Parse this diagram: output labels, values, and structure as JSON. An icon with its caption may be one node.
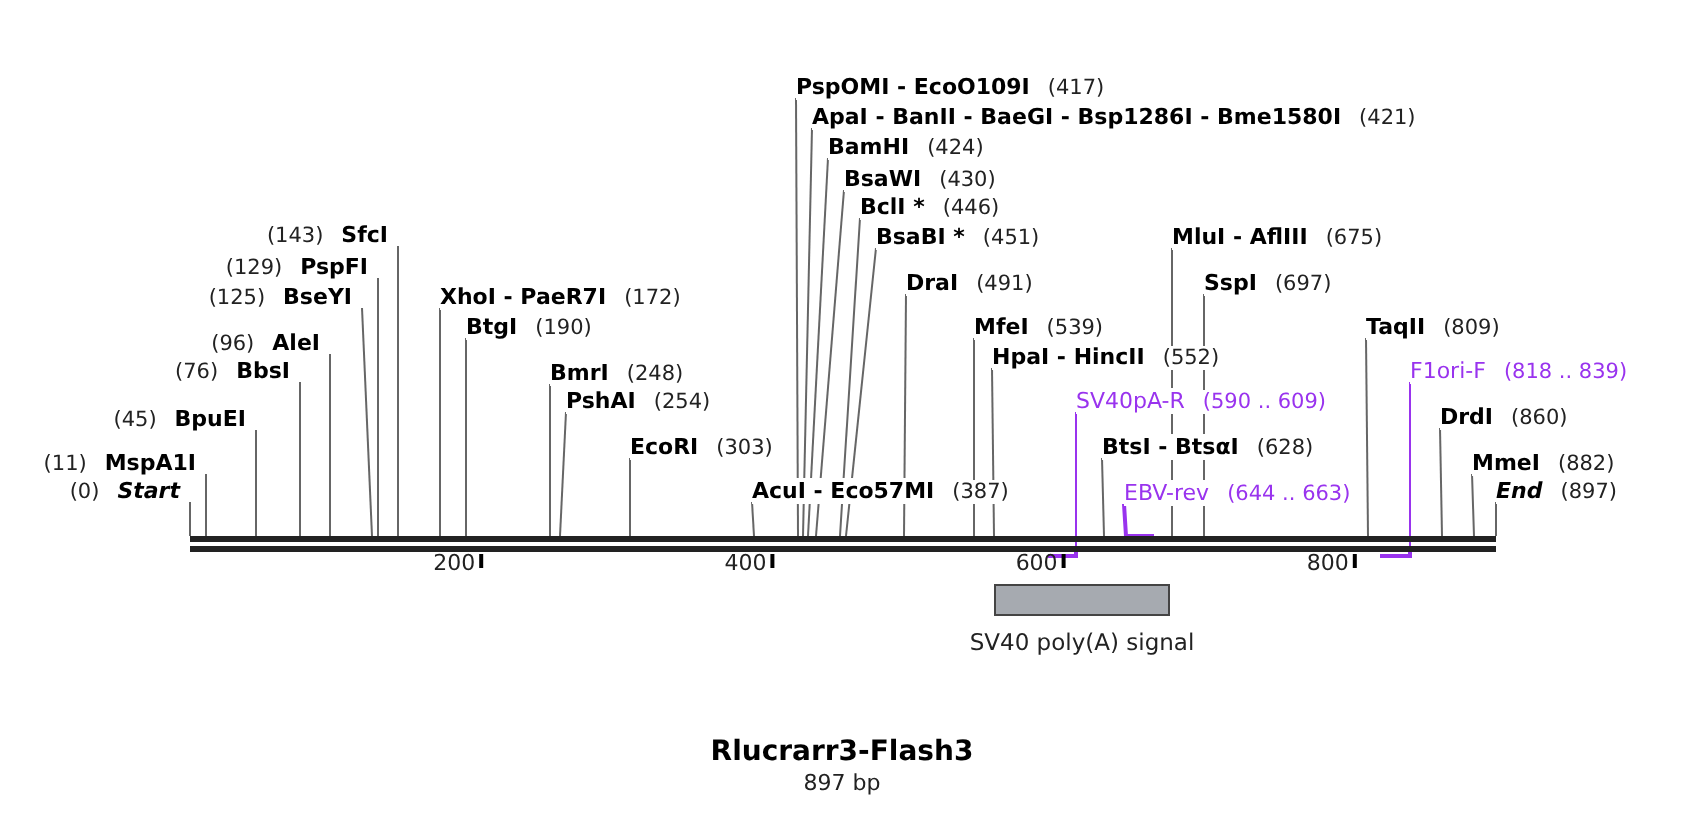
{
  "diagram": {
    "title": "Rlucrarr3-Flash3",
    "caption": "897 bp",
    "nodes": [
      {
        "text": [
          "(0)",
          "Start"
        ]
      },
      {
        "text": [
          "(11)",
          "MspA1I"
        ]
      },
      {
        "text": [
          "(45)",
          "BpuEI"
        ]
      },
      {
        "text": [
          "(76)",
          "BbsI"
        ]
      },
      {
        "text": [
          "(96)",
          "AleI"
        ]
      },
      {
        "text": [
          "(125)",
          "BseYI"
        ]
      },
      {
        "text": [
          "(129)",
          "PspFI"
        ]
      },
      {
        "text": [
          "(143)",
          "SfcI"
        ]
      },
      {
        "text": [
          "XhoI - PaeR7I",
          "(172)"
        ]
      },
      {
        "text": [
          "BtgI",
          "(190)"
        ]
      },
      {
        "text": [
          "BmrI",
          "(248)"
        ]
      },
      {
        "text": [
          "PshAI",
          "(254)"
        ]
      },
      {
        "text": [
          "EcoRI",
          "(303)"
        ]
      },
      {
        "text": [
          "AcuI - Eco57MI",
          "(387)"
        ]
      },
      {
        "text": [
          "PspOMI - EcoO109I",
          "(417)"
        ]
      },
      {
        "text": [
          "ApaI - BanII - BaeGI - Bsp1286I - Bme1580I",
          "(421)"
        ]
      },
      {
        "text": [
          "BamHI",
          "(424)"
        ]
      },
      {
        "text": [
          "BsaWI",
          "(430)"
        ]
      },
      {
        "text": [
          "BclI *",
          "(446)"
        ]
      },
      {
        "text": [
          "BsaBI *",
          "(451)"
        ]
      },
      {
        "text": [
          "DraI",
          "(491)"
        ]
      },
      {
        "text": [
          "MfeI",
          "(539)"
        ]
      },
      {
        "text": [
          "HpaI - HincII",
          "(552)"
        ]
      },
      {
        "text": [
          "SV40pA-R",
          "(590 .. 609)"
        ]
      },
      {
        "text": [
          "BtsI - BtsαI",
          "(628)"
        ]
      },
      {
        "text": [
          "EBV-rev",
          "(644 .. 663)"
        ]
      },
      {
        "text": [
          "MluI - AflIII",
          "(675)"
        ]
      },
      {
        "text": [
          "SspI",
          "(697)"
        ]
      },
      {
        "text": [
          "TaqII",
          "(809)"
        ]
      },
      {
        "text": [
          "F1ori-F",
          "(818 .. 839)"
        ]
      },
      {
        "text": [
          "DrdI",
          "(860)"
        ]
      },
      {
        "text": [
          "MmeI",
          "(882)"
        ]
      },
      {
        "text": [
          "End",
          "(897)"
        ]
      },
      {
        "text": [],
        "shape": "bar"
      },
      {
        "text": [],
        "shape": "box"
      }
    ],
    "edges": [
      {
        "from": 0,
        "to": 33,
        "arrow": "none"
      },
      {
        "from": 1,
        "to": 33,
        "arrow": "none"
      },
      {
        "from": 2,
        "to": 33,
        "arrow": "none"
      },
      {
        "from": 3,
        "to": 33,
        "arrow": "none"
      },
      {
        "from": 4,
        "to": 33,
        "arrow": "none"
      },
      {
        "from": 5,
        "to": 33,
        "arrow": "none"
      },
      {
        "from": 6,
        "to": 33,
        "arrow": "none"
      },
      {
        "from": 7,
        "to": 33,
        "arrow": "none"
      },
      {
        "from": 8,
        "to": 33,
        "arrow": "none"
      },
      {
        "from": 9,
        "to": 33,
        "arrow": "none"
      },
      {
        "from": 10,
        "to": 33,
        "arrow": "none"
      },
      {
        "from": 11,
        "to": 33,
        "arrow": "none"
      },
      {
        "from": 12,
        "to": 33,
        "arrow": "none"
      },
      {
        "from": 13,
        "to": 33,
        "arrow": "none"
      },
      {
        "from": 14,
        "to": 33,
        "arrow": "none"
      },
      {
        "from": 15,
        "to": 33,
        "arrow": "none"
      },
      {
        "from": 16,
        "to": 33,
        "arrow": "none"
      },
      {
        "from": 17,
        "to": 33,
        "arrow": "none"
      },
      {
        "from": 18,
        "to": 33,
        "arrow": "none"
      },
      {
        "from": 19,
        "to": 33,
        "arrow": "none"
      },
      {
        "from": 20,
        "to": 33,
        "arrow": "none"
      },
      {
        "from": 21,
        "to": 33,
        "arrow": "none"
      },
      {
        "from": 22,
        "to": 33,
        "arrow": "none"
      },
      {
        "from": 23,
        "to": 33,
        "arrow": "none",
        "color": "#9933ee"
      },
      {
        "from": 24,
        "to": 33,
        "arrow": "none"
      },
      {
        "from": 25,
        "to": 33,
        "arrow": "none",
        "color": "#9933ee"
      },
      {
        "from": 26,
        "to": 33,
        "arrow": "none"
      },
      {
        "from": 27,
        "to": 33,
        "arrow": "none"
      },
      {
        "from": 28,
        "to": 33,
        "arrow": "none"
      },
      {
        "from": 29,
        "to": 33,
        "arrow": "none",
        "color": "#9933ee"
      },
      {
        "from": 30,
        "to": 33,
        "arrow": "none"
      },
      {
        "from": 31,
        "to": 33,
        "arrow": "none"
      },
      {
        "from": 32,
        "to": 33,
        "arrow": "none"
      }
    ],
    "labels": [
      "200",
      "400",
      "600",
      "800",
      "SV40 poly(A) signal"
    ]
  }
}
